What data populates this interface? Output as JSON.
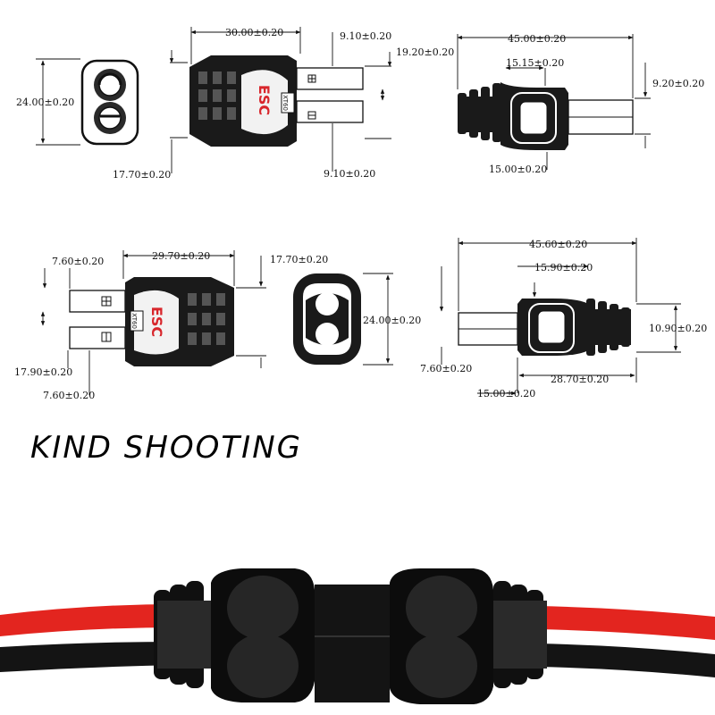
{
  "colors": {
    "body": "#1a1a1a",
    "wire_red": "#e3251f",
    "wire_black": "#141414",
    "logo_red": "#d8262c",
    "line": "#111111"
  },
  "top_left_face": {
    "height": "24.00±0.20"
  },
  "top_side": {
    "width": "30.00±0.20",
    "pin_top": "9.10±0.20",
    "pin_height": "19.20±0.20",
    "pin_bottom": "9.10±0.20",
    "body_height": "17.70±0.20",
    "plug_label": "XT60",
    "logo": "ESC"
  },
  "top_right": {
    "length": "45.00±0.20",
    "inner": "15.15±0.20",
    "pin_h": "9.20±0.20",
    "bottom": "15.00±0.20"
  },
  "mid_left": {
    "pin_top": "7.60±0.20",
    "width": "29.70±0.20",
    "right_h": "17.70±0.20",
    "bottom_h": "17.90±0.20",
    "pin_bottom": "7.60±0.20",
    "plug_label": "XT60",
    "logo": "ESC"
  },
  "mid_face": {
    "height": "24.00±0.20"
  },
  "mid_right": {
    "length": "45.60±0.20",
    "inner": "15.90±0.20",
    "height": "10.90±0.20",
    "pin": "7.60±0.20",
    "right_len": "28.70±0.20",
    "bottom": "15.00±0.20"
  },
  "headline": "KIND SHOOTING",
  "photo": {
    "watermark": ""
  }
}
